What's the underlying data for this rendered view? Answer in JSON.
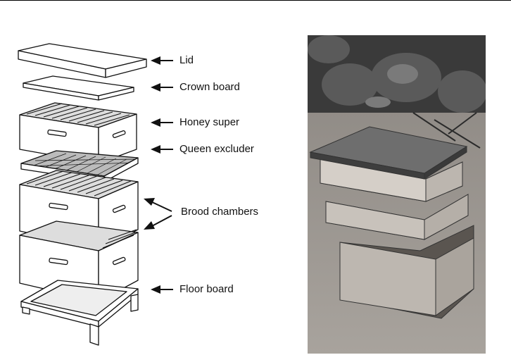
{
  "labels": {
    "lid": "Lid",
    "crown_board": "Crown board",
    "honey_super": "Honey super",
    "queen_excluder": "Queen excluder",
    "brood_chambers": "Brood chambers",
    "floor_board": "Floor board"
  },
  "colors": {
    "ink": "#111111",
    "paper": "#ffffff",
    "photo_ground": "#9a9590",
    "photo_foliage": "#3a3a3a",
    "hive_wood": "#cfcac3",
    "hive_lid": "#6a6a6a"
  }
}
